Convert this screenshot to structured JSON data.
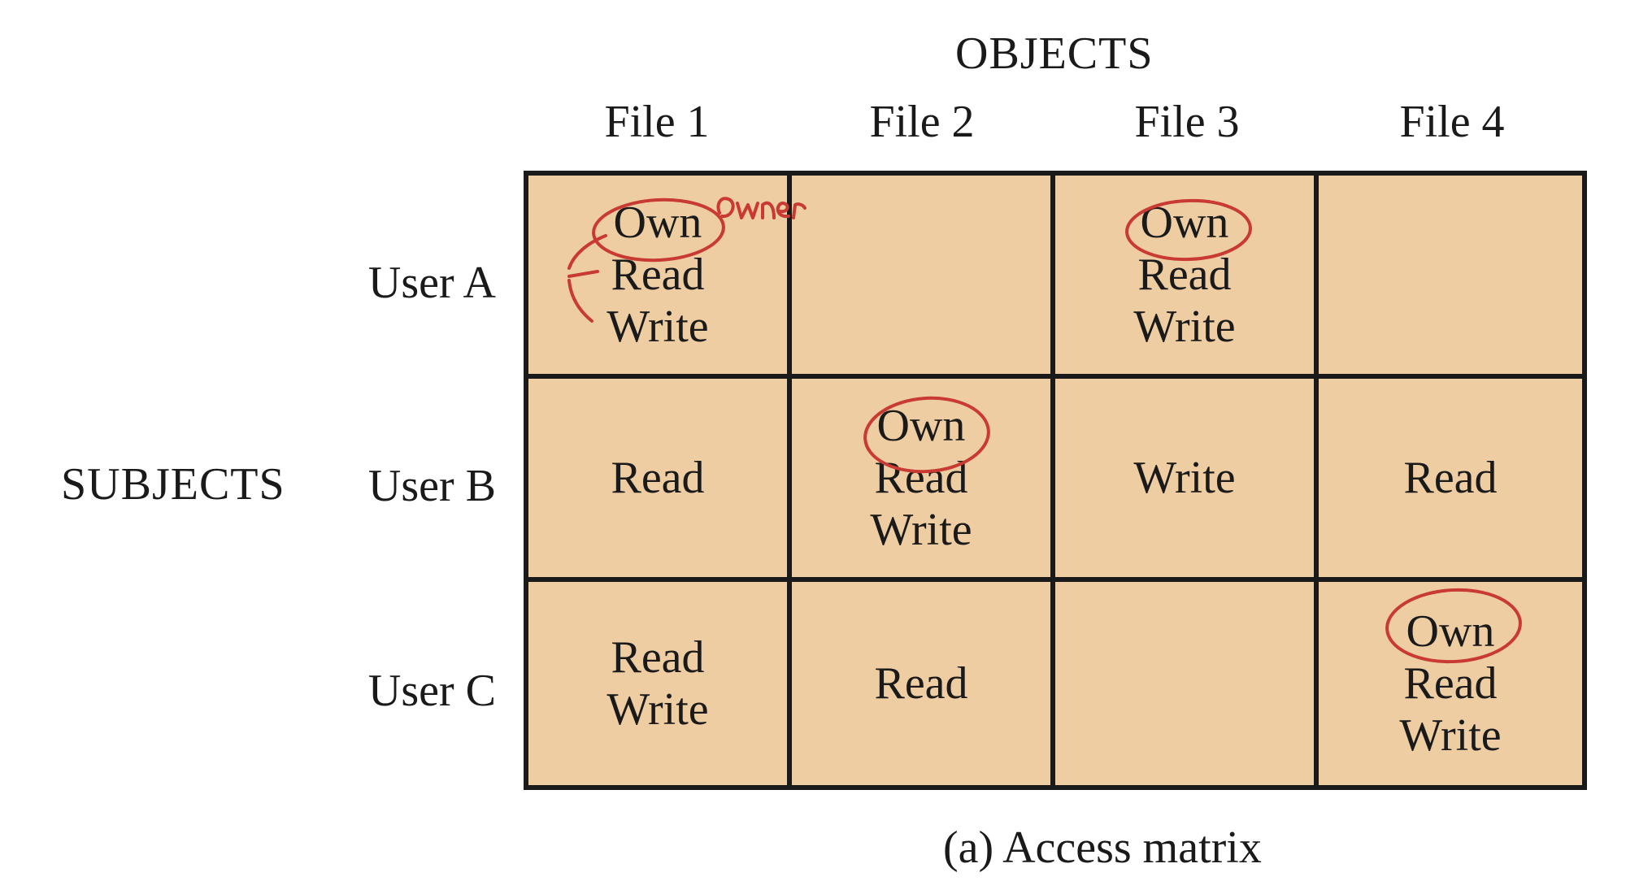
{
  "objects_label": "OBJECTS",
  "subjects_label": "SUBJECTS",
  "columns": [
    "File 1",
    "File 2",
    "File 3",
    "File 4"
  ],
  "rows": [
    {
      "label": "User A",
      "cells": [
        [
          "Own",
          "Read",
          "Write"
        ],
        [],
        [
          "Own",
          "Read",
          "Write"
        ],
        []
      ]
    },
    {
      "label": "User B",
      "cells": [
        [
          "Read"
        ],
        [
          "Own",
          "Read",
          "Write"
        ],
        [
          "Write"
        ],
        [
          "Read"
        ]
      ]
    },
    {
      "label": "User C",
      "cells": [
        [
          "Read",
          "Write"
        ],
        [
          "Read"
        ],
        [],
        [
          "Own",
          "Read",
          "Write"
        ]
      ]
    }
  ],
  "caption": "(a) Access matrix",
  "handwritten_note": "Owner",
  "colors": {
    "cell_fill": "#eecda2",
    "grid_line": "#1a1a1a",
    "annotation_ink": "#c83a32"
  }
}
